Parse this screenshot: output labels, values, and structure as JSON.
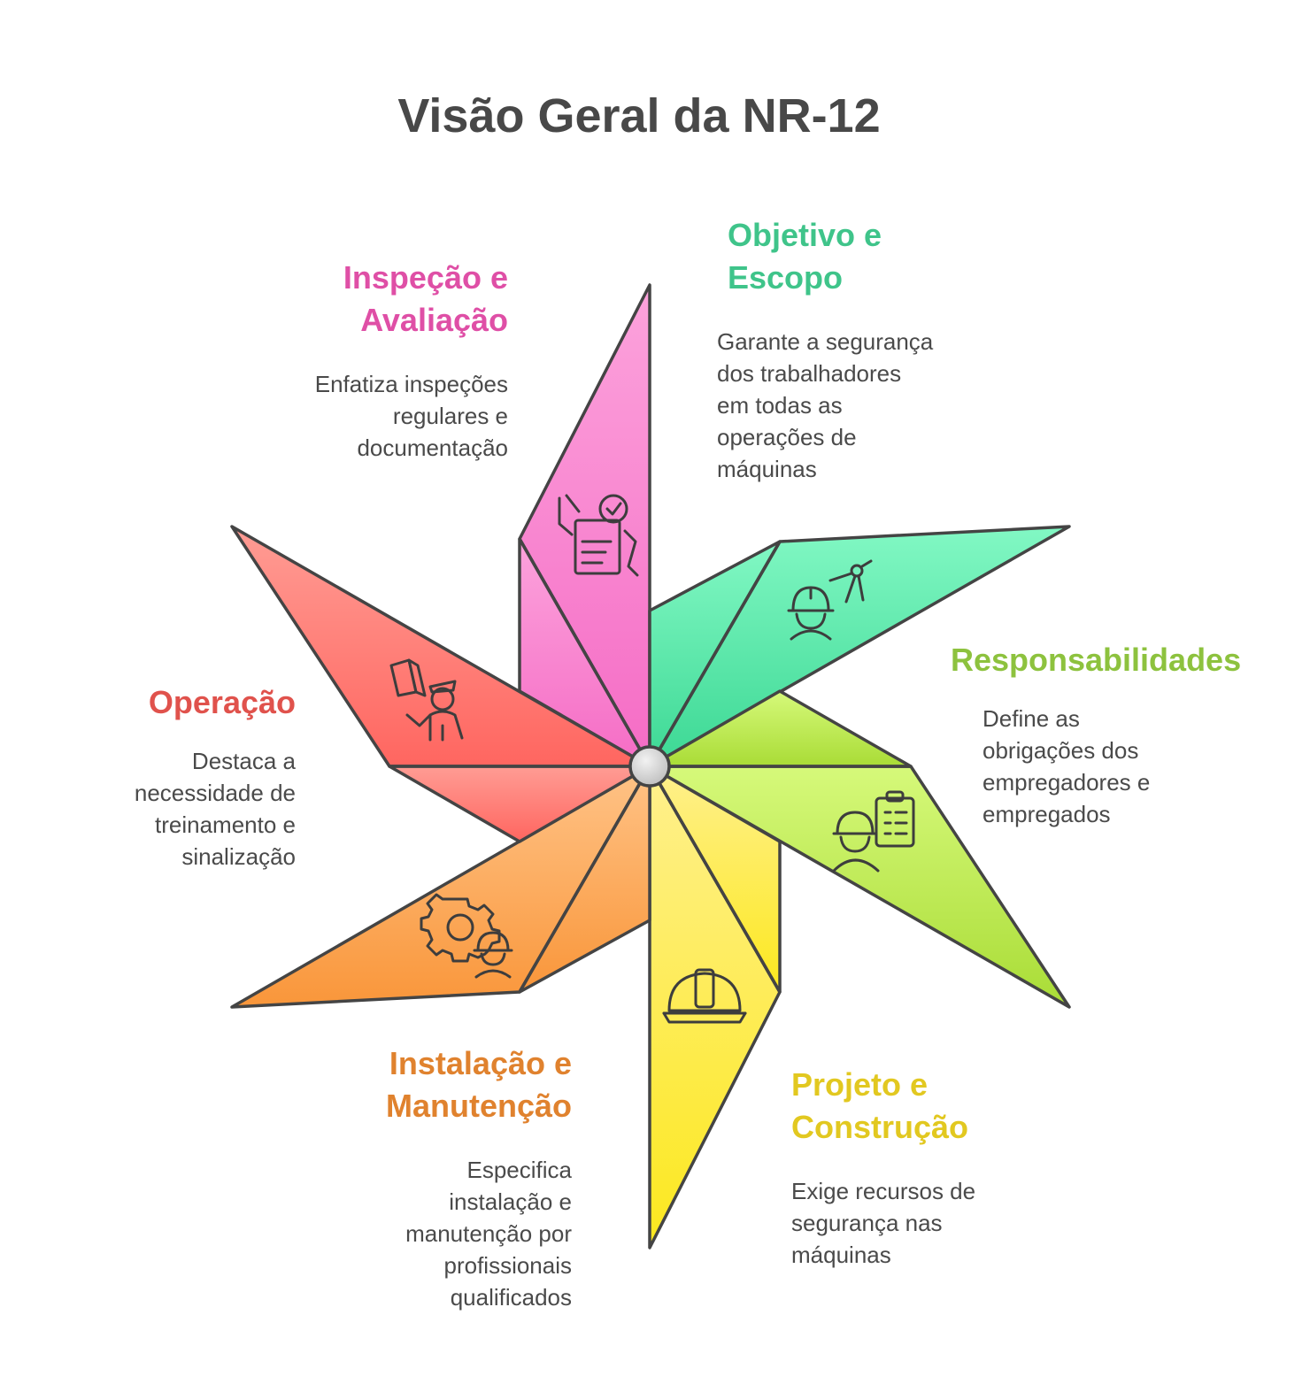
{
  "title": "Visão Geral da NR-12",
  "sections": [
    {
      "id": "objetivo",
      "title_lines": [
        "Objetivo e",
        "Escopo"
      ],
      "description_lines": [
        "Garante a segurança",
        "dos trabalhadores",
        "em todas as",
        "operações de",
        "máquinas"
      ],
      "color": "#3fc48a",
      "icon": "engineer-compass-icon"
    },
    {
      "id": "responsabilidades",
      "title_lines": [
        "Responsabilidades"
      ],
      "description_lines": [
        "Define as",
        "obrigações dos",
        "empregadores e",
        "empregados"
      ],
      "color": "#8dc23e",
      "icon": "worker-clipboard-icon"
    },
    {
      "id": "projeto",
      "title_lines": [
        "Projeto e",
        "Construção"
      ],
      "description_lines": [
        "Exige recursos de",
        "segurança nas",
        "máquinas"
      ],
      "color": "#e2c820",
      "icon": "hard-hat-icon"
    },
    {
      "id": "instalacao",
      "title_lines": [
        "Instalação e",
        "Manutenção"
      ],
      "description_lines": [
        "Especifica",
        "instalação e",
        "manutenção por",
        "profissionais",
        "qualificados"
      ],
      "color": "#e0822e",
      "icon": "gear-worker-icon"
    },
    {
      "id": "operacao",
      "title_lines": [
        "Operação"
      ],
      "description_lines": [
        "Destaca a",
        "necessidade de",
        "treinamento e",
        "sinalização"
      ],
      "color": "#e0524c",
      "icon": "instructor-board-icon"
    },
    {
      "id": "inspecao",
      "title_lines": [
        "Inspeção e",
        "Avaliação"
      ],
      "description_lines": [
        "Enfatiza inspeções",
        "regulares e",
        "documentação"
      ],
      "color": "#df4fa6",
      "icon": "inspection-checklist-icon"
    }
  ]
}
